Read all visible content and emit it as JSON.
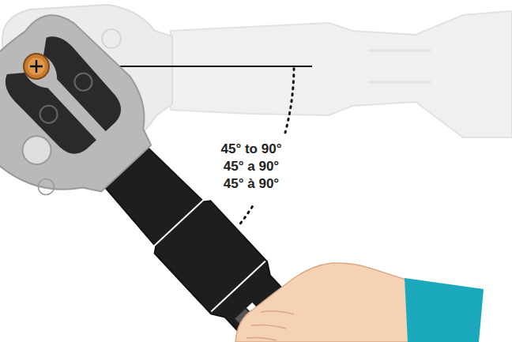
{
  "diagram": {
    "labels": [
      "45° to 90°",
      "45° a 90°",
      "45° à 90°"
    ]
  }
}
